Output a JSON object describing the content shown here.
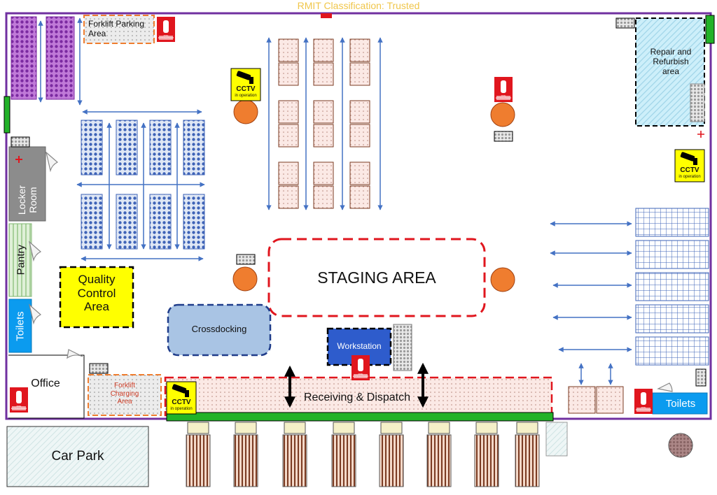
{
  "header": {
    "classification": "RMIT Classification: Trusted"
  },
  "areas": {
    "forklift_parking": "Forklift Parking\nArea",
    "repair": "Repair and\nRefurbish\narea",
    "locker": "Locker\nRoom",
    "pantry": "Pantry",
    "toilets_left": "Toilets",
    "toilets_right": "Toilets",
    "quality": "Quality\nControl\nArea",
    "staging": "STAGING AREA",
    "crossdocking": "Crossdocking",
    "workstation": "Workstation",
    "office": "Office",
    "forklift_charging": "Forklift\nCharging\nArea",
    "receiving": "Receiving & Dispatch",
    "car_park": "Car Park"
  },
  "cctv": {
    "title": "CCTV",
    "sub": "in operation"
  },
  "extinguisher": {
    "label": "FIRE\nEXTINGUISHER"
  },
  "colors": {
    "wall": "#7030a0",
    "arrow": "#4472c4",
    "staging_border": "#e0161e",
    "quality_fill": "#ffff00",
    "crossdock_fill": "#a9c4e4",
    "workstation_fill": "#2e5ccc",
    "toilet_fill": "#0b9bef",
    "dock_bar": "#22b228",
    "extinguisher": "#e0161e",
    "beacon": "#ef7d2f",
    "cctv_sign": "#ffff00"
  },
  "icons": [
    "cctv-sign-icon",
    "fire-extinguisher-icon",
    "keypad-icon",
    "door-swing-icon",
    "first-aid-cross-icon",
    "emergency-beacon-icon",
    "flow-arrow-icon"
  ]
}
